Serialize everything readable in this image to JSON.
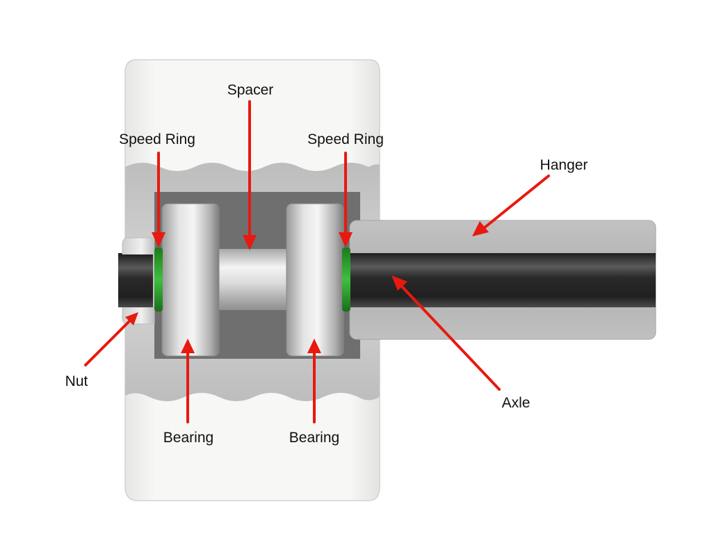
{
  "labels": {
    "spacer": "Spacer",
    "speed_ring_left": "Speed Ring",
    "speed_ring_right": "Speed Ring",
    "hanger": "Hanger",
    "nut": "Nut",
    "axle": "Axle",
    "bearing_left": "Bearing",
    "bearing_right": "Bearing"
  },
  "colors": {
    "arrow": "#e8190f",
    "speed_ring": "#2ea22e",
    "wheel": "#f4f4f2",
    "axle": "#3c3c3c",
    "hanger": "#b4b4b4"
  }
}
